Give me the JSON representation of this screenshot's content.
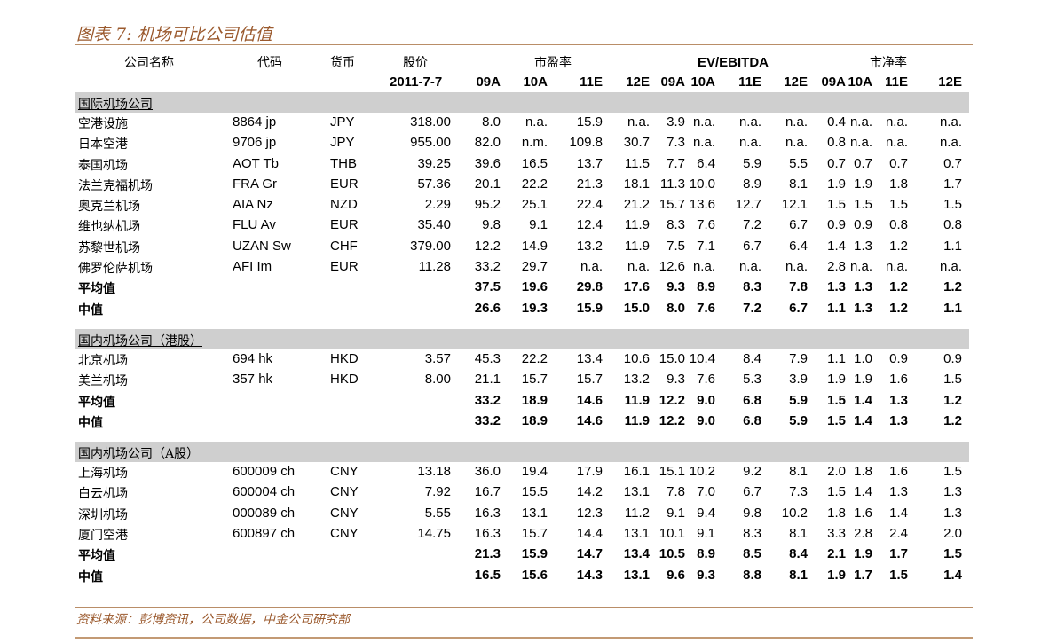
{
  "title": "图表 7: 机场可比公司估值",
  "header": {
    "company": "公司名称",
    "code": "代码",
    "currency": "货币",
    "price": "股价",
    "price_date": "2011-7-7",
    "pe_group": "市盈率",
    "ev_group": "EV/EBITDA",
    "pb_group": "市净率",
    "years": [
      "09A",
      "10A",
      "11E",
      "12E",
      "09A",
      "10A",
      "11E",
      "12E",
      "09A",
      "10A",
      "11E",
      "12E"
    ]
  },
  "sections": [
    {
      "title": "国际机场公司",
      "rows": [
        {
          "name": "空港设施",
          "code": "8864 jp",
          "currency": "JPY",
          "price": "318.00",
          "values": [
            "8.0",
            "n.a.",
            "15.9",
            "n.a.",
            "3.9",
            "n.a.",
            "n.a.",
            "n.a.",
            "0.4",
            "n.a.",
            "n.a.",
            "n.a."
          ]
        },
        {
          "name": "日本空港",
          "code": "9706 jp",
          "currency": "JPY",
          "price": "955.00",
          "values": [
            "82.0",
            "n.m.",
            "109.8",
            "30.7",
            "7.3",
            "n.a.",
            "n.a.",
            "n.a.",
            "0.8",
            "n.a.",
            "n.a.",
            "n.a."
          ]
        },
        {
          "name": "泰国机场",
          "code": "AOT Tb",
          "currency": "THB",
          "price": "39.25",
          "values": [
            "39.6",
            "16.5",
            "13.7",
            "11.5",
            "7.7",
            "6.4",
            "5.9",
            "5.5",
            "0.7",
            "0.7",
            "0.7",
            "0.7"
          ]
        },
        {
          "name": "法兰克福机场",
          "code": "FRA Gr",
          "currency": "EUR",
          "price": "57.36",
          "values": [
            "20.1",
            "22.2",
            "21.3",
            "18.1",
            "11.3",
            "10.0",
            "8.9",
            "8.1",
            "1.9",
            "1.9",
            "1.8",
            "1.7"
          ]
        },
        {
          "name": "奥克兰机场",
          "code": "AIA Nz",
          "currency": "NZD",
          "price": "2.29",
          "values": [
            "95.2",
            "25.1",
            "22.4",
            "21.2",
            "15.7",
            "13.6",
            "12.7",
            "12.1",
            "1.5",
            "1.5",
            "1.5",
            "1.5"
          ]
        },
        {
          "name": "维也纳机场",
          "code": "FLU Av",
          "currency": "EUR",
          "price": "35.40",
          "values": [
            "9.8",
            "9.1",
            "12.4",
            "11.9",
            "8.3",
            "7.6",
            "7.2",
            "6.7",
            "0.9",
            "0.9",
            "0.8",
            "0.8"
          ]
        },
        {
          "name": "苏黎世机场",
          "code": "UZAN Sw",
          "currency": "CHF",
          "price": "379.00",
          "values": [
            "12.2",
            "14.9",
            "13.2",
            "11.9",
            "7.5",
            "7.1",
            "6.7",
            "6.4",
            "1.4",
            "1.3",
            "1.2",
            "1.1"
          ]
        },
        {
          "name": "佛罗伦萨机场",
          "code": "AFI Im",
          "currency": "EUR",
          "price": "11.28",
          "values": [
            "33.2",
            "29.7",
            "n.a.",
            "n.a.",
            "12.6",
            "n.a.",
            "n.a.",
            "n.a.",
            "2.8",
            "n.a.",
            "n.a.",
            "n.a."
          ]
        },
        {
          "name": "平均值",
          "bold": true,
          "code": "",
          "currency": "",
          "price": "",
          "values": [
            "37.5",
            "19.6",
            "29.8",
            "17.6",
            "9.3",
            "8.9",
            "8.3",
            "7.8",
            "1.3",
            "1.3",
            "1.2",
            "1.2"
          ]
        },
        {
          "name": "中值",
          "bold": true,
          "code": "",
          "currency": "",
          "price": "",
          "values": [
            "26.6",
            "19.3",
            "15.9",
            "15.0",
            "8.0",
            "7.6",
            "7.2",
            "6.7",
            "1.1",
            "1.3",
            "1.2",
            "1.1"
          ]
        }
      ]
    },
    {
      "title": "国内机场公司（港股）",
      "rows": [
        {
          "name": "北京机场",
          "code": "694 hk",
          "currency": "HKD",
          "price": "3.57",
          "values": [
            "45.3",
            "22.2",
            "13.4",
            "10.6",
            "15.0",
            "10.4",
            "8.4",
            "7.9",
            "1.1",
            "1.0",
            "0.9",
            "0.9"
          ]
        },
        {
          "name": "美兰机场",
          "code": "357 hk",
          "currency": "HKD",
          "price": "8.00",
          "values": [
            "21.1",
            "15.7",
            "15.7",
            "13.2",
            "9.3",
            "7.6",
            "5.3",
            "3.9",
            "1.9",
            "1.9",
            "1.6",
            "1.5"
          ]
        },
        {
          "name": "平均值",
          "bold": true,
          "code": "",
          "currency": "",
          "price": "",
          "values": [
            "33.2",
            "18.9",
            "14.6",
            "11.9",
            "12.2",
            "9.0",
            "6.8",
            "5.9",
            "1.5",
            "1.4",
            "1.3",
            "1.2"
          ]
        },
        {
          "name": "中值",
          "bold": true,
          "code": "",
          "currency": "",
          "price": "",
          "values": [
            "33.2",
            "18.9",
            "14.6",
            "11.9",
            "12.2",
            "9.0",
            "6.8",
            "5.9",
            "1.5",
            "1.4",
            "1.3",
            "1.2"
          ]
        }
      ]
    },
    {
      "title": "国内机场公司（A股）",
      "rows": [
        {
          "name": "上海机场",
          "code": "600009 ch",
          "currency": "CNY",
          "price": "13.18",
          "values": [
            "36.0",
            "19.4",
            "17.9",
            "16.1",
            "15.1",
            "10.2",
            "9.2",
            "8.1",
            "2.0",
            "1.8",
            "1.6",
            "1.5"
          ]
        },
        {
          "name": "白云机场",
          "code": "600004 ch",
          "currency": "CNY",
          "price": "7.92",
          "values": [
            "16.7",
            "15.5",
            "14.2",
            "13.1",
            "7.8",
            "7.0",
            "6.7",
            "7.3",
            "1.5",
            "1.4",
            "1.3",
            "1.3"
          ]
        },
        {
          "name": "深圳机场",
          "code": "000089 ch",
          "currency": "CNY",
          "price": "5.55",
          "values": [
            "16.3",
            "13.1",
            "12.3",
            "11.2",
            "9.1",
            "9.4",
            "9.8",
            "10.2",
            "1.8",
            "1.6",
            "1.4",
            "1.3"
          ]
        },
        {
          "name": "厦门空港",
          "code": "600897 ch",
          "currency": "CNY",
          "price": "14.75",
          "values": [
            "16.3",
            "15.7",
            "14.4",
            "13.1",
            "10.1",
            "9.1",
            "8.3",
            "8.1",
            "3.3",
            "2.8",
            "2.4",
            "2.0"
          ]
        },
        {
          "name": "平均值",
          "bold": true,
          "code": "",
          "currency": "",
          "price": "",
          "values": [
            "21.3",
            "15.9",
            "14.7",
            "13.4",
            "10.5",
            "8.9",
            "8.5",
            "8.4",
            "2.1",
            "1.9",
            "1.7",
            "1.5"
          ]
        },
        {
          "name": "中值",
          "bold": true,
          "code": "",
          "currency": "",
          "price": "",
          "values": [
            "16.5",
            "15.6",
            "14.3",
            "13.1",
            "9.6",
            "9.3",
            "8.8",
            "8.1",
            "1.9",
            "1.7",
            "1.5",
            "1.4"
          ]
        }
      ]
    }
  ],
  "source": "资料来源：彭博资讯，公司数据，中金公司研究部"
}
